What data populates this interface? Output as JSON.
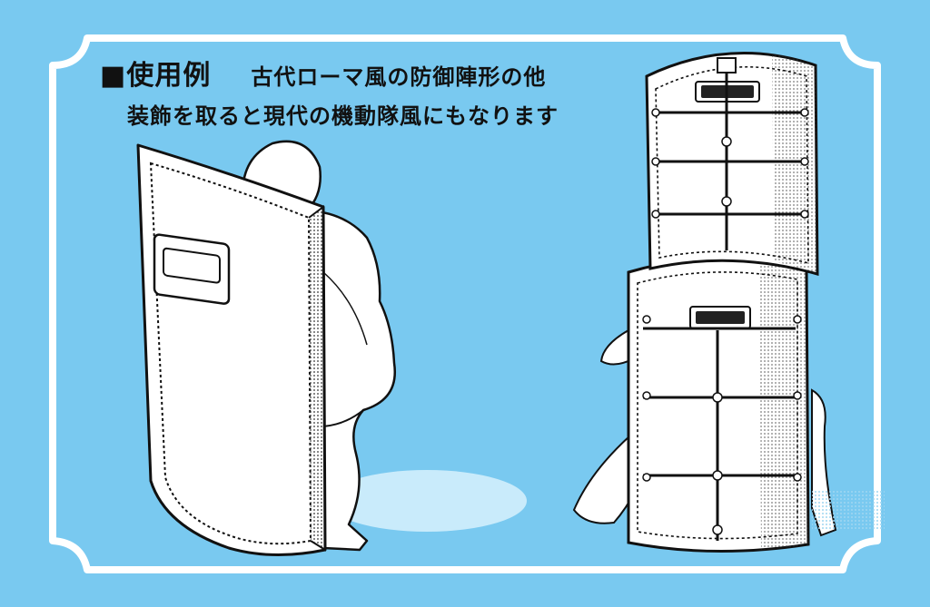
{
  "caption": {
    "heading": "■使用例",
    "line1": "古代ローマ風の防御陣形の他",
    "line2": "装飾を取ると現代の機動隊風にもなります"
  },
  "colors": {
    "background": "#79c9f0",
    "frame": "#ffffff",
    "shadow": "#c9ebfb",
    "ink": "#111111"
  }
}
